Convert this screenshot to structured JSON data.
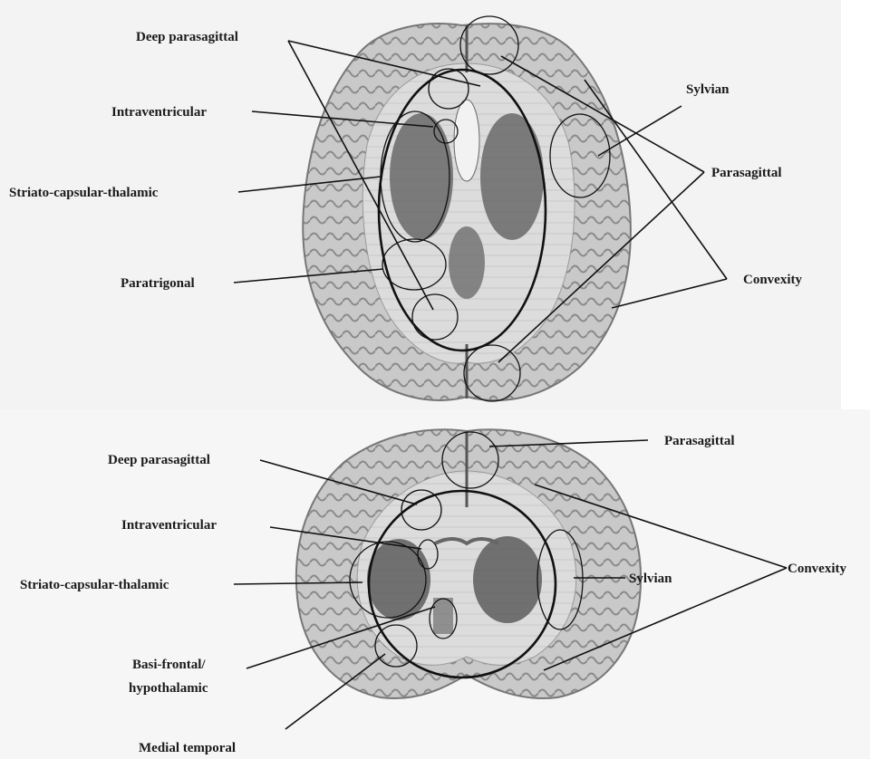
{
  "top_panel": {
    "labels": {
      "deep_parasagittal": "Deep parasagittal",
      "intraventricular": "Intraventricular",
      "striato_capsular_thalamic": "Striato-capsular-thalamic",
      "paratrigonal": "Paratrigonal",
      "sylvian": "Sylvian",
      "parasagittal": "Parasagittal",
      "convexity": "Convexity"
    }
  },
  "bottom_panel": {
    "labels": {
      "parasagittal": "Parasagittal",
      "deep_parasagittal": "Deep parasagittal",
      "intraventricular": "Intraventricular",
      "striato_capsular_thalamic": "Striato-capsular-thalamic",
      "sylvian": "Sylvian",
      "convexity": "Convexity",
      "basi_frontal_line1": "Basi-frontal/",
      "basi_frontal_line2": "hypothalamic",
      "medial_temporal": "Medial temporal"
    }
  }
}
